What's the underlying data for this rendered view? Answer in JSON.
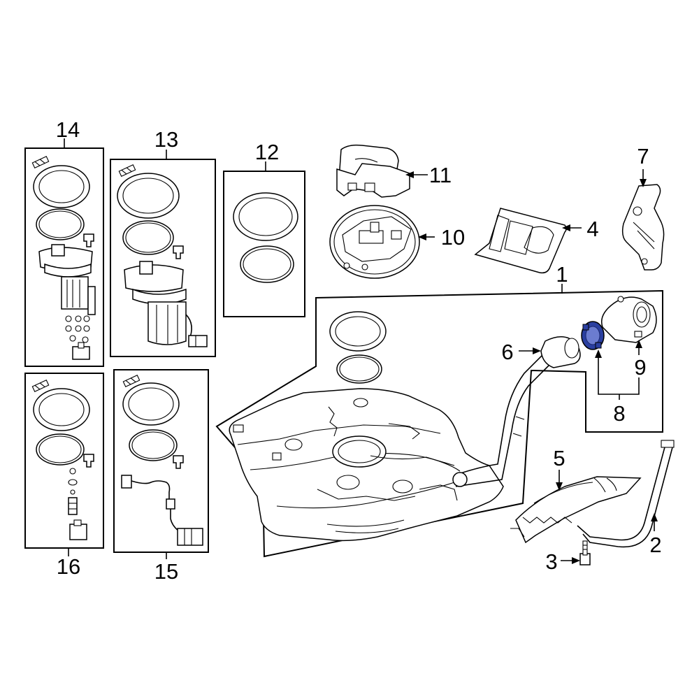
{
  "diagram": {
    "callouts": [
      {
        "id": "1",
        "label": "1"
      },
      {
        "id": "2",
        "label": "2"
      },
      {
        "id": "3",
        "label": "3"
      },
      {
        "id": "4",
        "label": "4"
      },
      {
        "id": "5",
        "label": "5"
      },
      {
        "id": "6",
        "label": "6"
      },
      {
        "id": "7",
        "label": "7"
      },
      {
        "id": "8",
        "label": "8"
      },
      {
        "id": "9",
        "label": "9"
      },
      {
        "id": "10",
        "label": "10"
      },
      {
        "id": "11",
        "label": "11"
      },
      {
        "id": "12",
        "label": "12"
      },
      {
        "id": "13",
        "label": "13"
      },
      {
        "id": "14",
        "label": "14"
      },
      {
        "id": "15",
        "label": "15"
      },
      {
        "id": "16",
        "label": "16"
      }
    ],
    "highlighted_part": "8",
    "colors": {
      "line": "#000000",
      "background": "#ffffff",
      "highlight": "#2a3fa0"
    }
  }
}
